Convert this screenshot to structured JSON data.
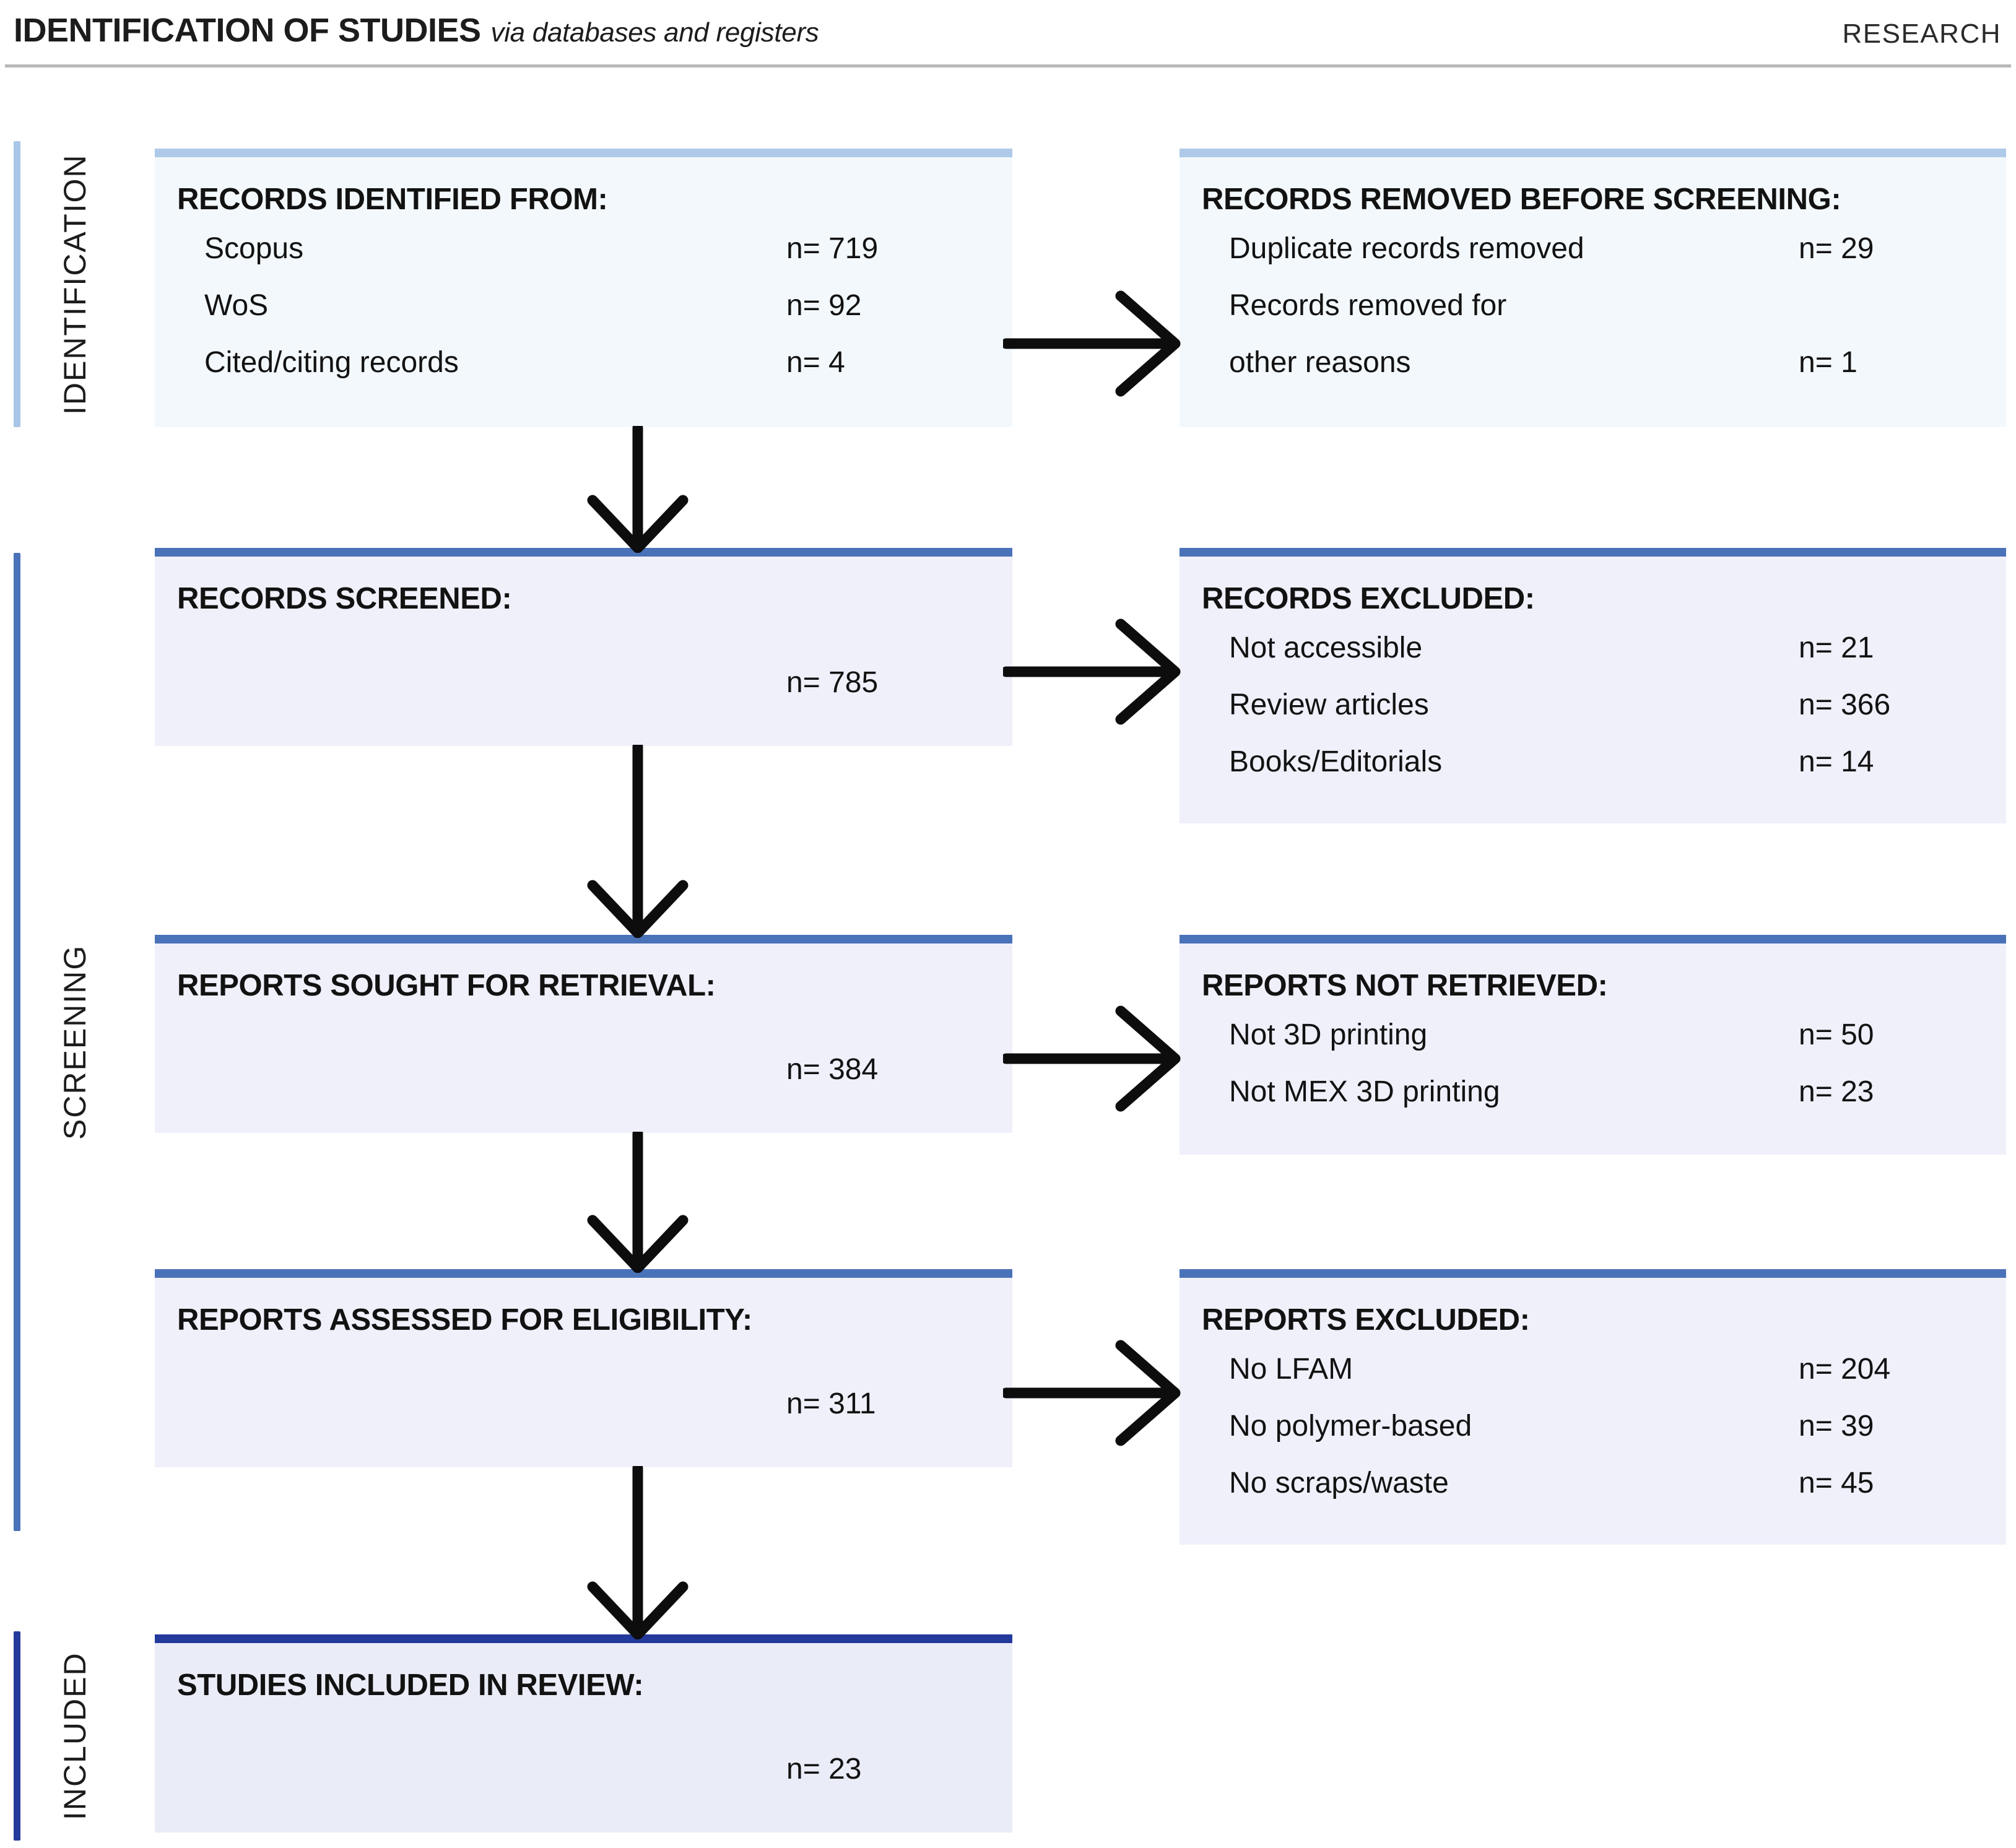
{
  "header": {
    "title": "IDENTIFICATION OF STUDIES",
    "subtitle": "via databases and registers",
    "right_label": "RESEARCH"
  },
  "stages": [
    {
      "key": "identification",
      "label": "IDENTIFICATION",
      "color": "#a9c6e8"
    },
    {
      "key": "screening",
      "label": "SCREENING",
      "color": "#4a72b8"
    },
    {
      "key": "included",
      "label": "INCLUDED",
      "color": "#23399b"
    }
  ],
  "colors": {
    "bar_identification": "#aecae8",
    "bar_screening": "#4a72b8",
    "bar_included": "#23399b",
    "fill_identification": "#f3f8fc",
    "fill_screening": "#eff0fa",
    "fill_included": "#eaecf7",
    "header_rule": "#b9b9b9",
    "arrow": "#0d0d0d",
    "text": "#121212"
  },
  "boxes": {
    "records_identified": {
      "title": "RECORDS IDENTIFIED FROM:",
      "rows": [
        {
          "label": "Scopus",
          "value": "n= 719"
        },
        {
          "label": "WoS",
          "value": "n= 92"
        },
        {
          "label": "Cited/citing records",
          "value": "n= 4"
        }
      ]
    },
    "records_removed": {
      "title": "RECORDS REMOVED BEFORE SCREENING:",
      "rows": [
        {
          "label": "Duplicate records removed",
          "value": "n= 29"
        },
        {
          "label": "Records removed for",
          "value": ""
        },
        {
          "label": "other reasons",
          "value": "n= 1"
        }
      ]
    },
    "records_screened": {
      "title": "RECORDS SCREENED:",
      "total": "n= 785"
    },
    "records_excluded": {
      "title": "RECORDS EXCLUDED:",
      "rows": [
        {
          "label": "Not accessible",
          "value": "n= 21"
        },
        {
          "label": "Review articles",
          "value": "n= 366"
        },
        {
          "label": "Books/Editorials",
          "value": "n= 14"
        }
      ]
    },
    "reports_sought": {
      "title": "REPORTS SOUGHT FOR RETRIEVAL:",
      "total": "n= 384"
    },
    "reports_not_retrieved": {
      "title": "REPORTS NOT RETRIEVED:",
      "rows": [
        {
          "label": "Not 3D printing",
          "value": "n= 50"
        },
        {
          "label": "Not MEX 3D printing",
          "value": "n= 23"
        }
      ]
    },
    "reports_assessed": {
      "title": "REPORTS ASSESSED FOR ELIGIBILITY:",
      "total": "n= 311"
    },
    "reports_excluded": {
      "title": "REPORTS EXCLUDED:",
      "rows": [
        {
          "label": "No LFAM",
          "value": "n= 204"
        },
        {
          "label": "No polymer-based",
          "value": "n= 39"
        },
        {
          "label": "No scraps/waste",
          "value": "n= 45"
        }
      ]
    },
    "studies_included": {
      "title": "STUDIES INCLUDED IN REVIEW:",
      "total": "n= 23"
    }
  },
  "chart_data": {
    "type": "diagram",
    "title": "PRISMA 2020 flow diagram for new systematic reviews which included searches of databases and registers only",
    "nodes": [
      {
        "stage": "Identification",
        "id": "records_identified",
        "label": "Records identified from:",
        "items": [
          [
            "Scopus",
            719
          ],
          [
            "WoS",
            92
          ],
          [
            "Cited/citing records",
            4
          ]
        ]
      },
      {
        "stage": "Identification",
        "id": "records_removed",
        "label": "Records removed before screening:",
        "items": [
          [
            "Duplicate records removed",
            29
          ],
          [
            "Records removed for other reasons",
            1
          ]
        ]
      },
      {
        "stage": "Screening",
        "id": "records_screened",
        "label": "Records screened:",
        "n": 785
      },
      {
        "stage": "Screening",
        "id": "records_excluded",
        "label": "Records excluded:",
        "items": [
          [
            "Not accessible",
            21
          ],
          [
            "Review articles",
            366
          ],
          [
            "Books/Editorials",
            14
          ]
        ]
      },
      {
        "stage": "Screening",
        "id": "reports_sought",
        "label": "Reports sought for retrieval:",
        "n": 384
      },
      {
        "stage": "Screening",
        "id": "reports_not_retrieved",
        "label": "Reports not retrieved:",
        "items": [
          [
            "Not 3D printing",
            50
          ],
          [
            "Not MEX 3D printing",
            23
          ]
        ]
      },
      {
        "stage": "Screening",
        "id": "reports_assessed",
        "label": "Reports assessed for eligibility:",
        "n": 311
      },
      {
        "stage": "Screening",
        "id": "reports_excluded",
        "label": "Reports excluded:",
        "items": [
          [
            "No LFAM",
            204
          ],
          [
            "No polymer-based",
            39
          ],
          [
            "No scraps/waste",
            45
          ]
        ]
      },
      {
        "stage": "Included",
        "id": "studies_included",
        "label": "Studies included in review:",
        "n": 23
      }
    ],
    "edges": [
      [
        "records_identified",
        "records_removed"
      ],
      [
        "records_identified",
        "records_screened"
      ],
      [
        "records_screened",
        "records_excluded"
      ],
      [
        "records_screened",
        "reports_sought"
      ],
      [
        "reports_sought",
        "reports_not_retrieved"
      ],
      [
        "reports_sought",
        "reports_assessed"
      ],
      [
        "reports_assessed",
        "reports_excluded"
      ],
      [
        "reports_assessed",
        "studies_included"
      ]
    ]
  }
}
